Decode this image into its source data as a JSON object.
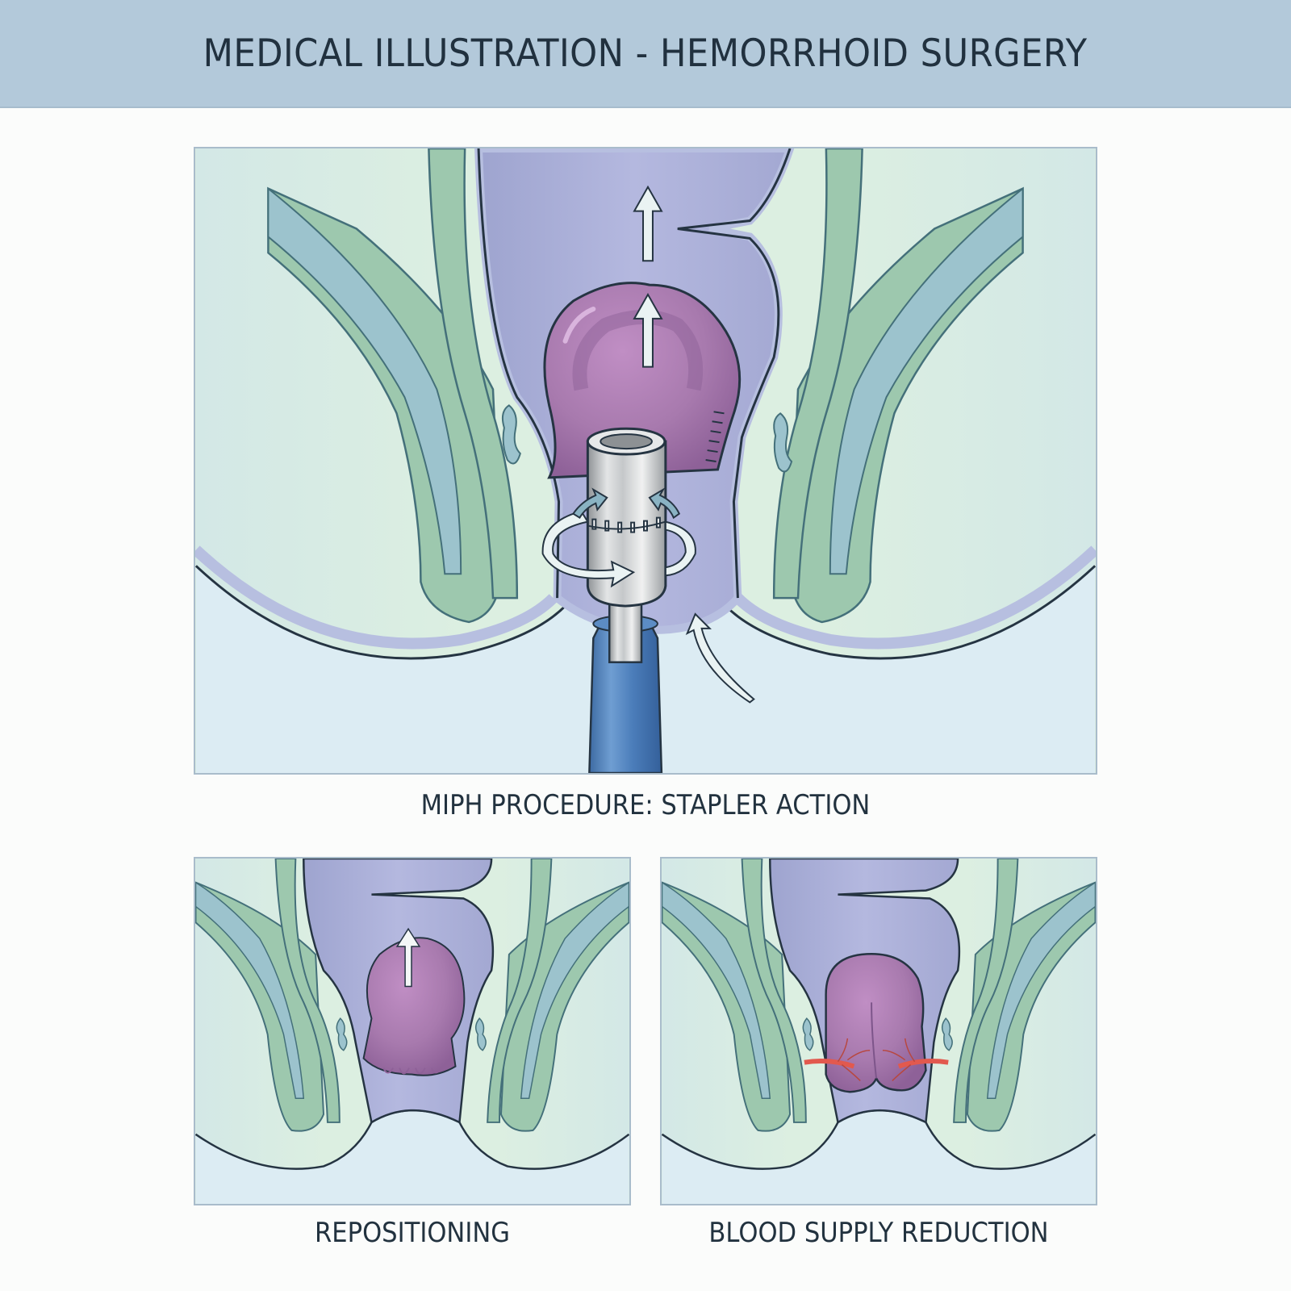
{
  "header": {
    "title": "MEDICAL ILLUSTRATION - HEMORRHOID SURGERY"
  },
  "panels": [
    {
      "id": "main",
      "caption": "MIPH PROCEDURE: STAPLER ACTION",
      "illustration": "stapler-action"
    },
    {
      "id": "left",
      "caption": "REPOSITIONING",
      "illustration": "repositioning"
    },
    {
      "id": "right",
      "caption": "BLOOD SUPPLY REDUCTION",
      "illustration": "blood-supply-reduction"
    }
  ],
  "colors": {
    "header_bg": "#b3c9da",
    "tissue_green": "#9cc9a9",
    "background_green": "#d9ebe0",
    "lumen_purple": "#a9aed6",
    "hemorrhoid_purple": "#a77aae",
    "ligament_blue": "#9cc3cd",
    "stapler_metal": "#c3c6c8",
    "handle_blue": "#4e7fb8",
    "vessel_red": "#e2594e",
    "outline": "#253442"
  },
  "icons": [
    "arrow-up-icon",
    "rotation-arrow-icon",
    "curved-arrow-icon",
    "staple-line-icon"
  ]
}
